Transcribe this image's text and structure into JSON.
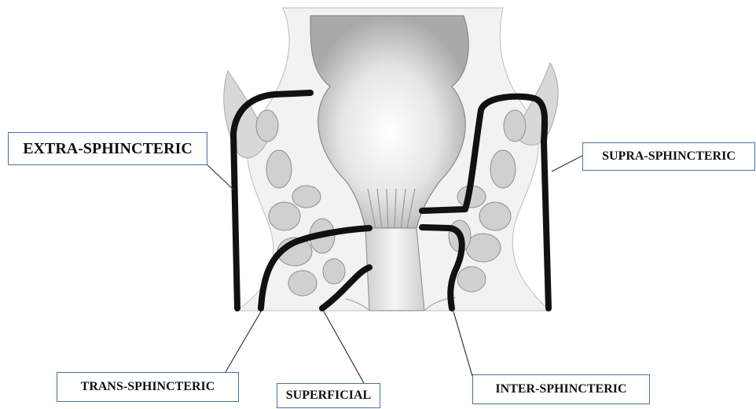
{
  "diagram": {
    "labels": {
      "extra": "EXTRA-SPHINCTERIC",
      "supra": "SUPRA-SPHINCTERIC",
      "trans": "TRANS-SPHINCTERIC",
      "superficial": "SUPERFICIAL",
      "inter": "INTER-SPHINCTERIC"
    },
    "colors": {
      "tract": "#111111",
      "leader": "#333333",
      "box_border": "#4a6fa5",
      "tissue": "#c9c9c9",
      "lumen": "#f4f4f4"
    }
  }
}
